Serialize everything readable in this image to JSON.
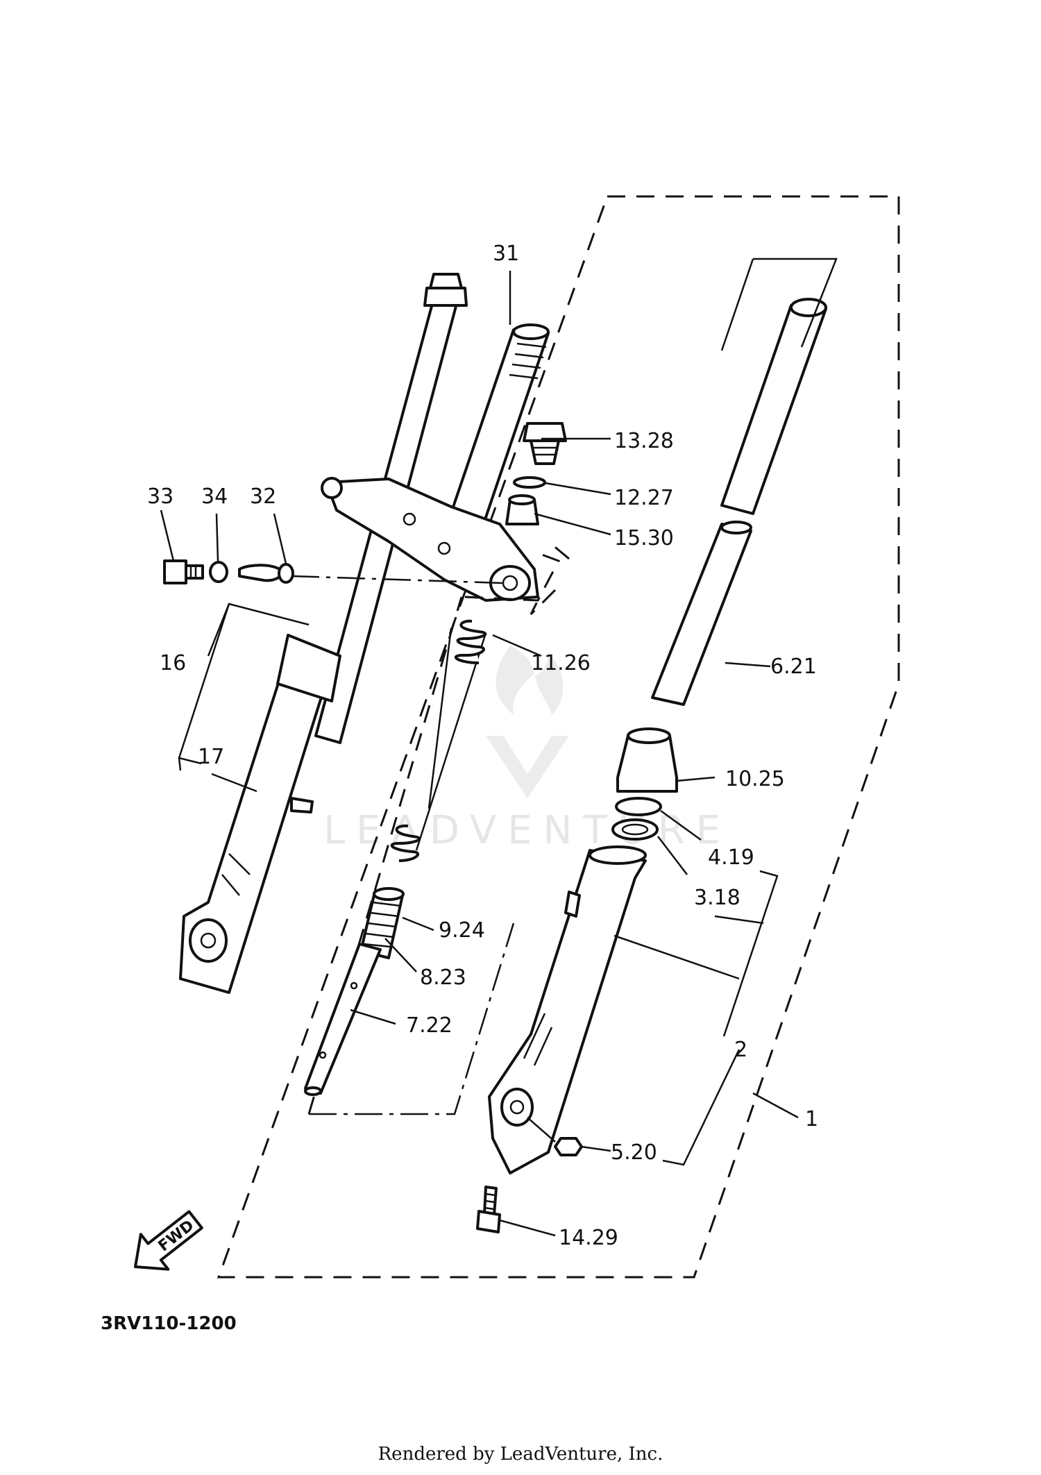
{
  "diagram": {
    "code": "3RV110-1200",
    "footer": "Rendered by LeadVenture, Inc.",
    "watermark": "LEADVENTURE",
    "fwd_label": "FWD",
    "callouts": {
      "p1": "1",
      "p2": "2",
      "p3": "3.18",
      "p4": "4.19",
      "p5": "5.20",
      "p6": "6.21",
      "p7": "7.22",
      "p8": "8.23",
      "p9": "9.24",
      "p10": "10.25",
      "p11": "11.26",
      "p12": "12.27",
      "p13": "13.28",
      "p14": "14.29",
      "p15": "15.30",
      "p16": "16",
      "p17": "17",
      "p31": "31",
      "p32": "32",
      "p33": "33",
      "p34": "34"
    }
  }
}
